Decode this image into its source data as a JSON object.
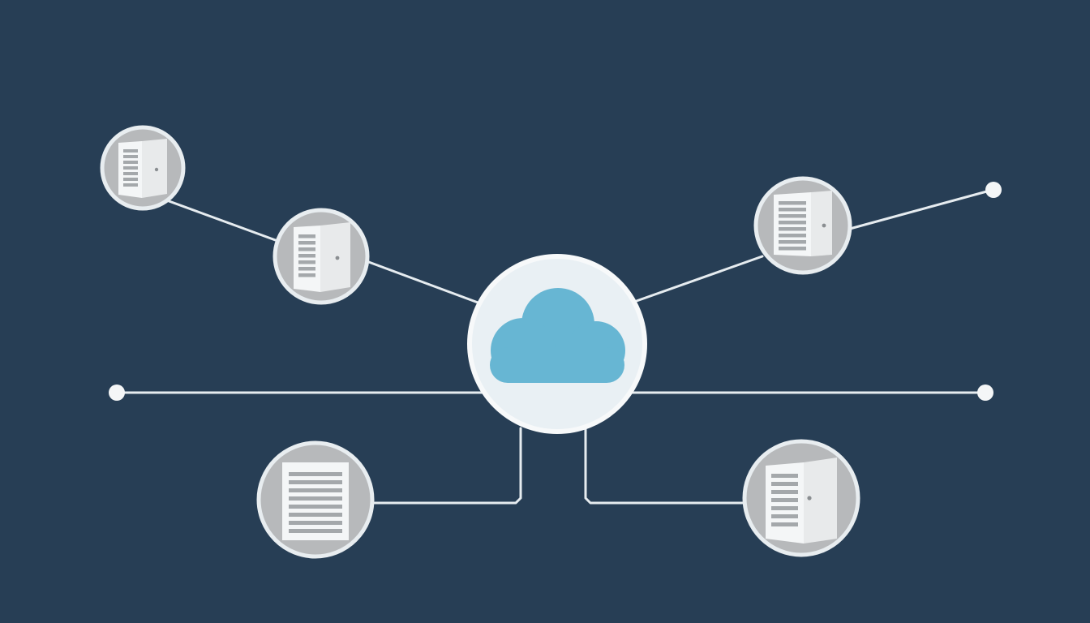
{
  "diagram": {
    "type": "cloud-network",
    "colors": {
      "background": "#273e55",
      "connector": "#e6ecf0",
      "node_ring": "#e8edf0",
      "node_fill": "#b7b9bb",
      "icon_body": "#f4f6f7",
      "icon_lines": "#a4a8ab",
      "hub_fill": "#e9f0f4",
      "cloud": "#67b6d3"
    },
    "hub": {
      "icon": "cloud-icon"
    },
    "nodes": [
      {
        "id": "node-1",
        "icon": "server-cabinet-icon"
      },
      {
        "id": "node-2",
        "icon": "server-cabinet-icon"
      },
      {
        "id": "node-3",
        "icon": "server-cabinet-icon"
      },
      {
        "id": "node-4",
        "icon": "document-icon"
      },
      {
        "id": "node-5",
        "icon": "server-cabinet-icon"
      }
    ],
    "endpoints": [
      "left",
      "right",
      "top-right"
    ]
  }
}
